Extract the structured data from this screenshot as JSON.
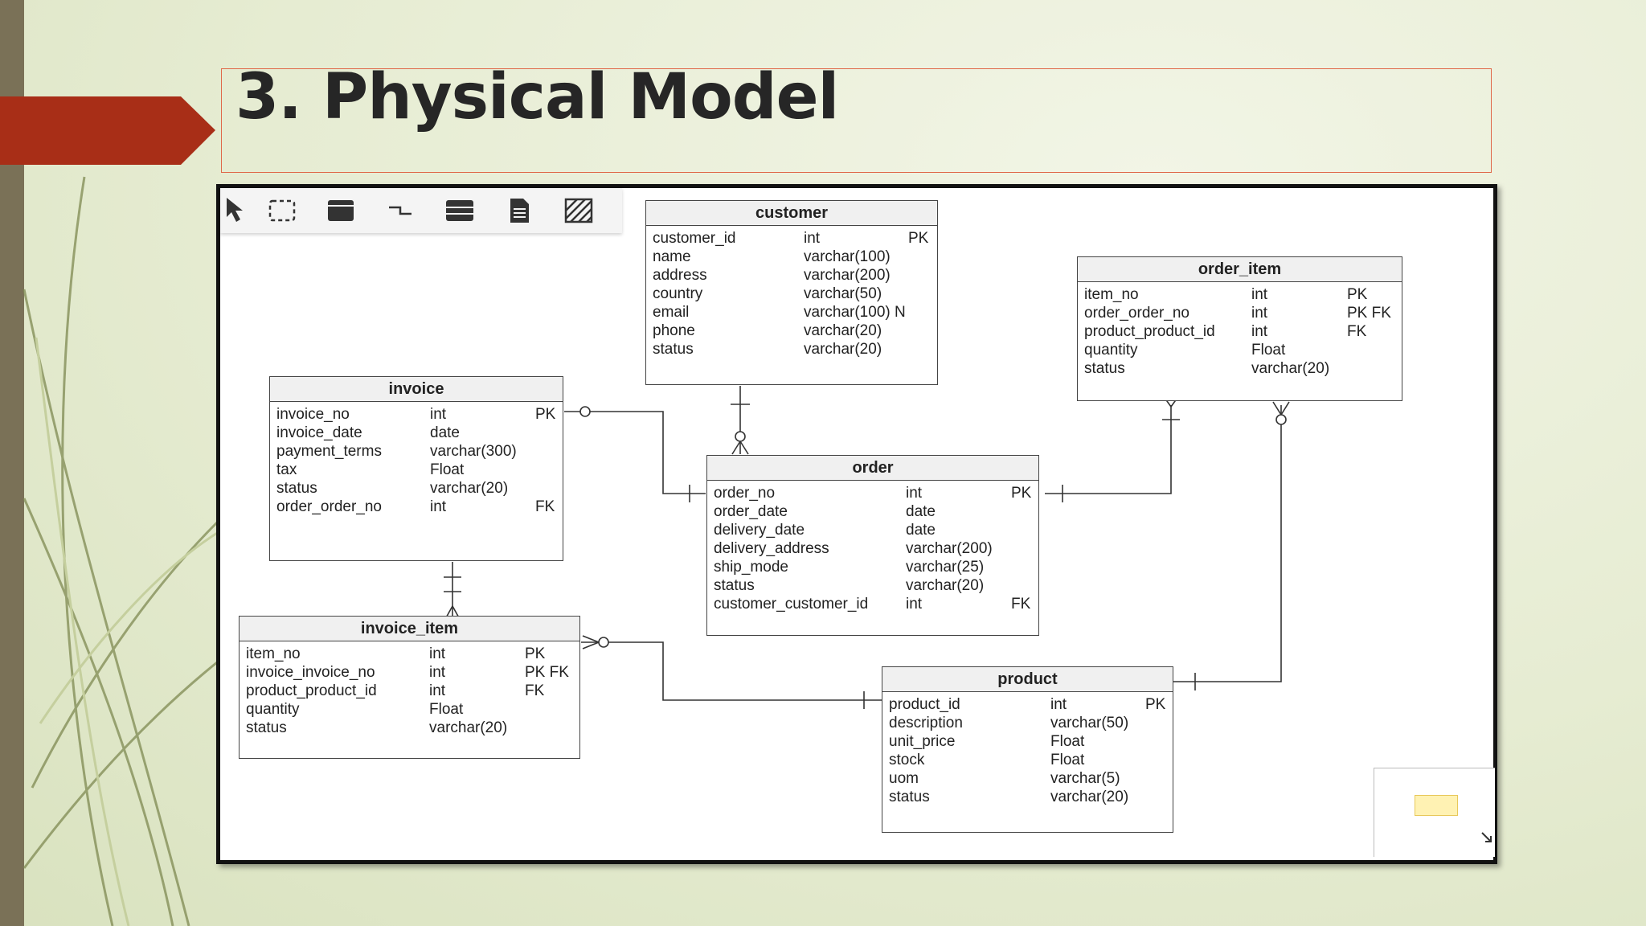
{
  "slide": {
    "title": "3. Physical Model",
    "accent_color": "#a82e17",
    "side_bar_color": "#7a7157"
  },
  "toolbar": {
    "tools": [
      "pointer-icon",
      "marquee-select-icon",
      "entity-icon",
      "relationship-icon",
      "table-icon",
      "note-icon",
      "hatch-icon"
    ]
  },
  "entities": {
    "customer": {
      "name": "customer",
      "rows": [
        {
          "col": "customer_id",
          "type": "int",
          "key": "PK"
        },
        {
          "col": "name",
          "type": "varchar(100)",
          "key": ""
        },
        {
          "col": "address",
          "type": "varchar(200)",
          "key": ""
        },
        {
          "col": "country",
          "type": "varchar(50)",
          "key": ""
        },
        {
          "col": "email",
          "type": "varchar(100) N",
          "key": ""
        },
        {
          "col": "phone",
          "type": "varchar(20)",
          "key": ""
        },
        {
          "col": "status",
          "type": "varchar(20)",
          "key": ""
        }
      ]
    },
    "order_item": {
      "name": "order_item",
      "rows": [
        {
          "col": "item_no",
          "type": "int",
          "key": "PK"
        },
        {
          "col": "order_order_no",
          "type": "int",
          "key": "PK FK"
        },
        {
          "col": "product_product_id",
          "type": "int",
          "key": "FK"
        },
        {
          "col": "quantity",
          "type": "Float",
          "key": ""
        },
        {
          "col": "status",
          "type": "varchar(20)",
          "key": ""
        }
      ]
    },
    "invoice": {
      "name": "invoice",
      "rows": [
        {
          "col": "invoice_no",
          "type": "int",
          "key": "PK"
        },
        {
          "col": "invoice_date",
          "type": "date",
          "key": ""
        },
        {
          "col": "payment_terms",
          "type": "varchar(300)",
          "key": ""
        },
        {
          "col": "tax",
          "type": "Float",
          "key": ""
        },
        {
          "col": "status",
          "type": "varchar(20)",
          "key": ""
        },
        {
          "col": "order_order_no",
          "type": "int",
          "key": "FK"
        }
      ]
    },
    "order": {
      "name": "order",
      "rows": [
        {
          "col": "order_no",
          "type": "int",
          "key": "PK"
        },
        {
          "col": "order_date",
          "type": "date",
          "key": ""
        },
        {
          "col": "delivery_date",
          "type": "date",
          "key": ""
        },
        {
          "col": "delivery_address",
          "type": "varchar(200)",
          "key": ""
        },
        {
          "col": "ship_mode",
          "type": "varchar(25)",
          "key": ""
        },
        {
          "col": "status",
          "type": "varchar(20)",
          "key": ""
        },
        {
          "col": "customer_customer_id",
          "type": "int",
          "key": "FK"
        }
      ]
    },
    "invoice_item": {
      "name": "invoice_item",
      "rows": [
        {
          "col": "item_no",
          "type": "int",
          "key": "PK"
        },
        {
          "col": "invoice_invoice_no",
          "type": "int",
          "key": "PK FK"
        },
        {
          "col": "product_product_id",
          "type": "int",
          "key": "FK"
        },
        {
          "col": "quantity",
          "type": "Float",
          "key": ""
        },
        {
          "col": "status",
          "type": "varchar(20)",
          "key": ""
        }
      ]
    },
    "product": {
      "name": "product",
      "rows": [
        {
          "col": "product_id",
          "type": "int",
          "key": "PK"
        },
        {
          "col": "description",
          "type": "varchar(50)",
          "key": ""
        },
        {
          "col": "unit_price",
          "type": "Float",
          "key": ""
        },
        {
          "col": "stock",
          "type": "Float",
          "key": ""
        },
        {
          "col": "uom",
          "type": "varchar(5)",
          "key": ""
        },
        {
          "col": "status",
          "type": "varchar(20)",
          "key": ""
        }
      ]
    }
  },
  "relationships": [
    {
      "from": "customer",
      "to": "order",
      "from_end": "one",
      "to_end": "zero-or-many"
    },
    {
      "from": "invoice",
      "to": "order",
      "from_end": "zero-or-one",
      "to_end": "one"
    },
    {
      "from": "order",
      "to": "order_item",
      "from_end": "one",
      "to_end": "one-or-many"
    },
    {
      "from": "product",
      "to": "order_item",
      "from_end": "one",
      "to_end": "zero-or-many"
    },
    {
      "from": "invoice",
      "to": "invoice_item",
      "from_end": "one",
      "to_end": "one-or-many"
    },
    {
      "from": "product",
      "to": "invoice_item",
      "from_end": "one",
      "to_end": "zero-or-many"
    }
  ]
}
